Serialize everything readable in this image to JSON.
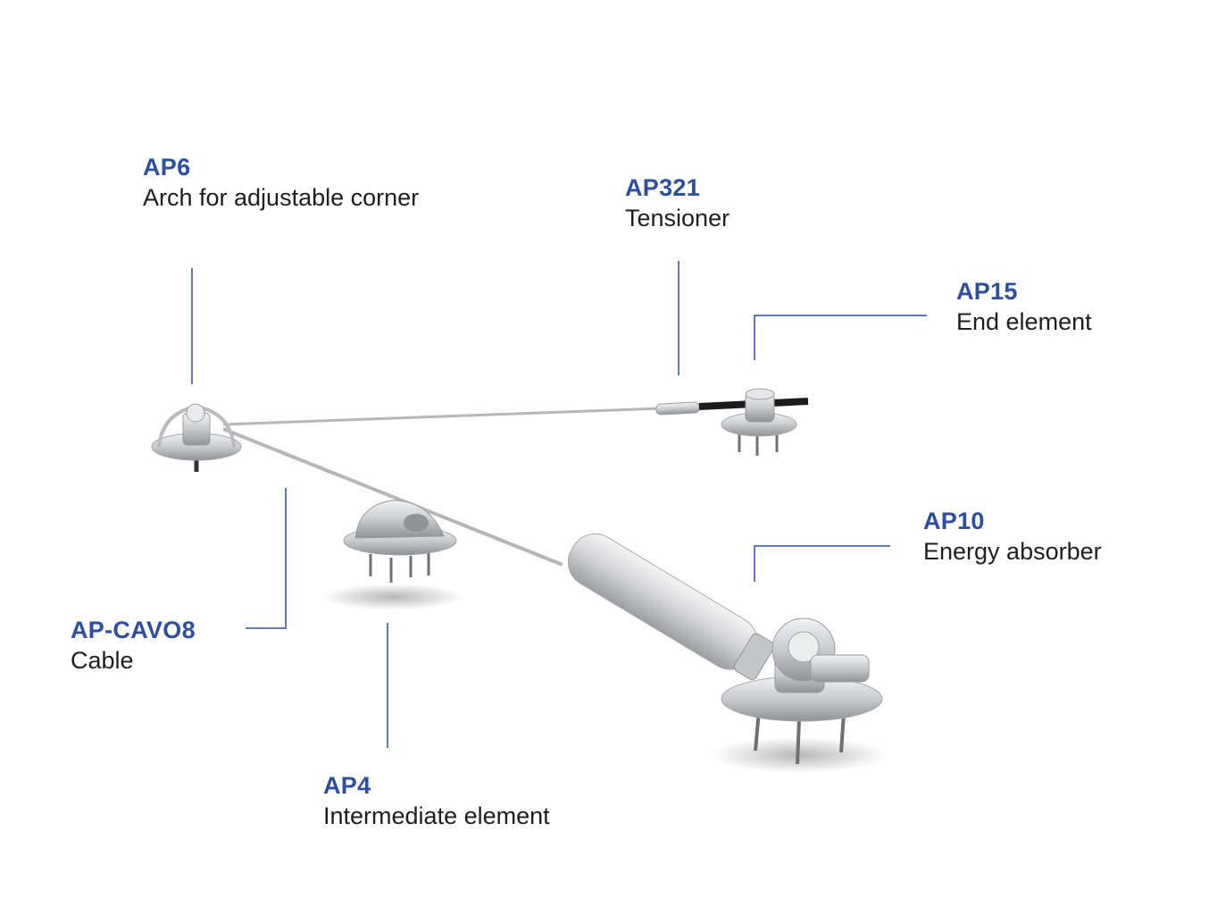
{
  "components": [
    {
      "code": "AP6",
      "name": "Arch for adjustable corner"
    },
    {
      "code": "AP321",
      "name": "Tensioner"
    },
    {
      "code": "AP15",
      "name": "End element"
    },
    {
      "code": "AP10",
      "name": "Energy absorber"
    },
    {
      "code": "AP-CAVO8",
      "name": "Cable"
    },
    {
      "code": "AP4",
      "name": "Intermediate element"
    }
  ],
  "colors": {
    "code": "#2c4fa0",
    "leader": "#2c4fa0",
    "text": "#1e1e1e",
    "metal": "#c8cacd"
  }
}
